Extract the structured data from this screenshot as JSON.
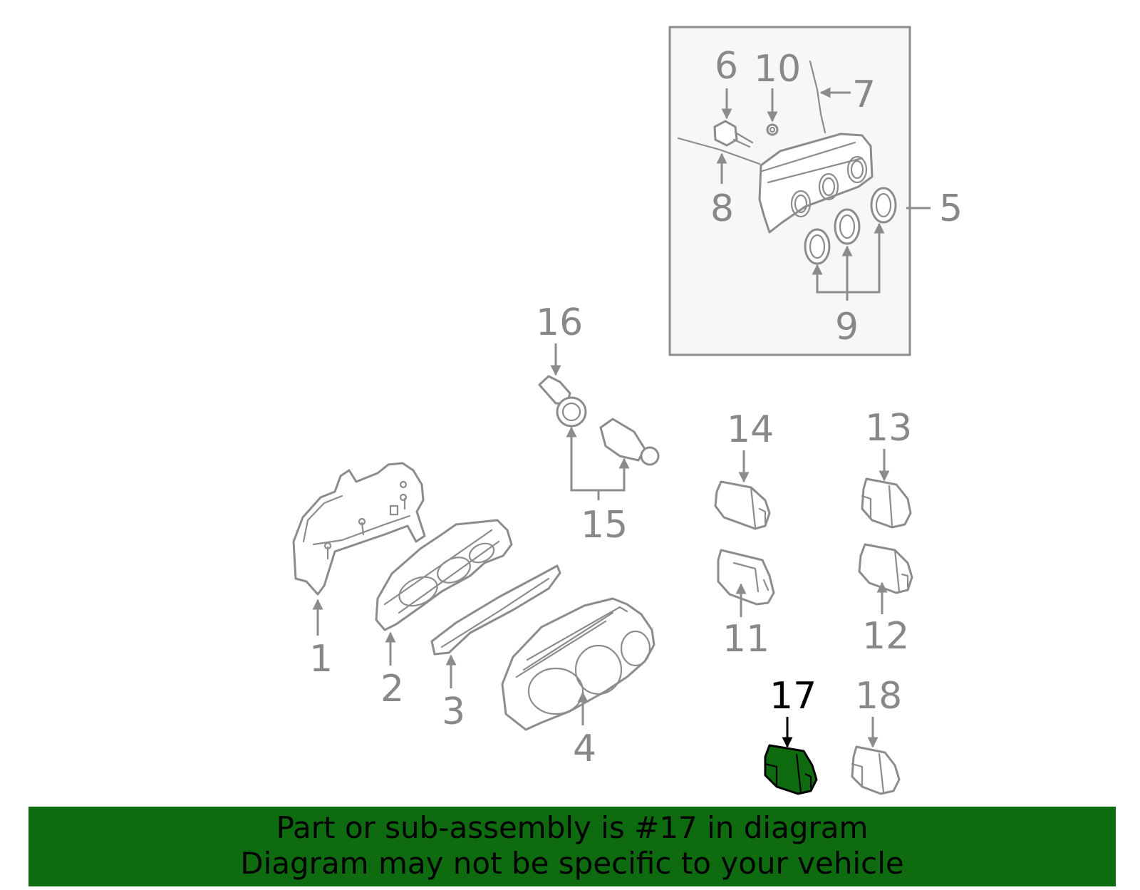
{
  "diagram": {
    "callouts": [
      "1",
      "2",
      "3",
      "4",
      "5",
      "6",
      "7",
      "8",
      "9",
      "10",
      "11",
      "12",
      "13",
      "14",
      "15",
      "16",
      "17",
      "18"
    ],
    "highlighted_callout": "17",
    "highlight_color": "#0f6b10",
    "line_color": "#8c8c8c",
    "inset_background": "#f7f7f7"
  },
  "banner": {
    "line1": "Part or sub-assembly is #17 in diagram",
    "line2": "Diagram may not be specific to your vehicle",
    "background": "#0f6b10"
  }
}
